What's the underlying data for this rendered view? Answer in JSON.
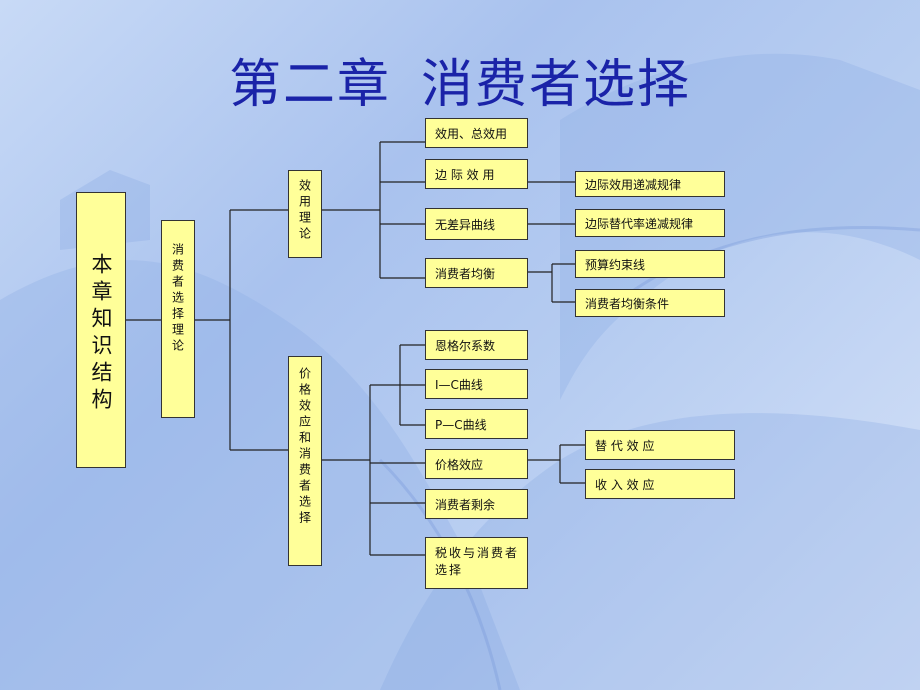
{
  "title": {
    "part1": "第二章",
    "part2": "消费者选择"
  },
  "root": {
    "label": "本章知识结构"
  },
  "level1": {
    "label": "消费者选择理论"
  },
  "branches": {
    "utility": {
      "label": "效用理论",
      "items": {
        "total": "效用、总效用",
        "marginal": "边 际 效 用",
        "indifference": "无差异曲线",
        "equilibrium": "消费者均衡"
      },
      "sub": {
        "marginal_law": "边际效用递减规律",
        "mrs_law": "边际替代率递减规律",
        "budget": "预算约束线",
        "eq_condition": "消费者均衡条件"
      }
    },
    "price": {
      "label": "价格效应和消费者选择",
      "items": {
        "engel": "恩格尔系数",
        "ic": "I—C曲线",
        "pc": "P—C曲线",
        "price_effect": "价格效应",
        "surplus": "消费者剩余",
        "tax": "税收与消费者选择"
      },
      "sub": {
        "substitution": "替 代 效 应",
        "income": "收 入 效 应"
      }
    }
  }
}
